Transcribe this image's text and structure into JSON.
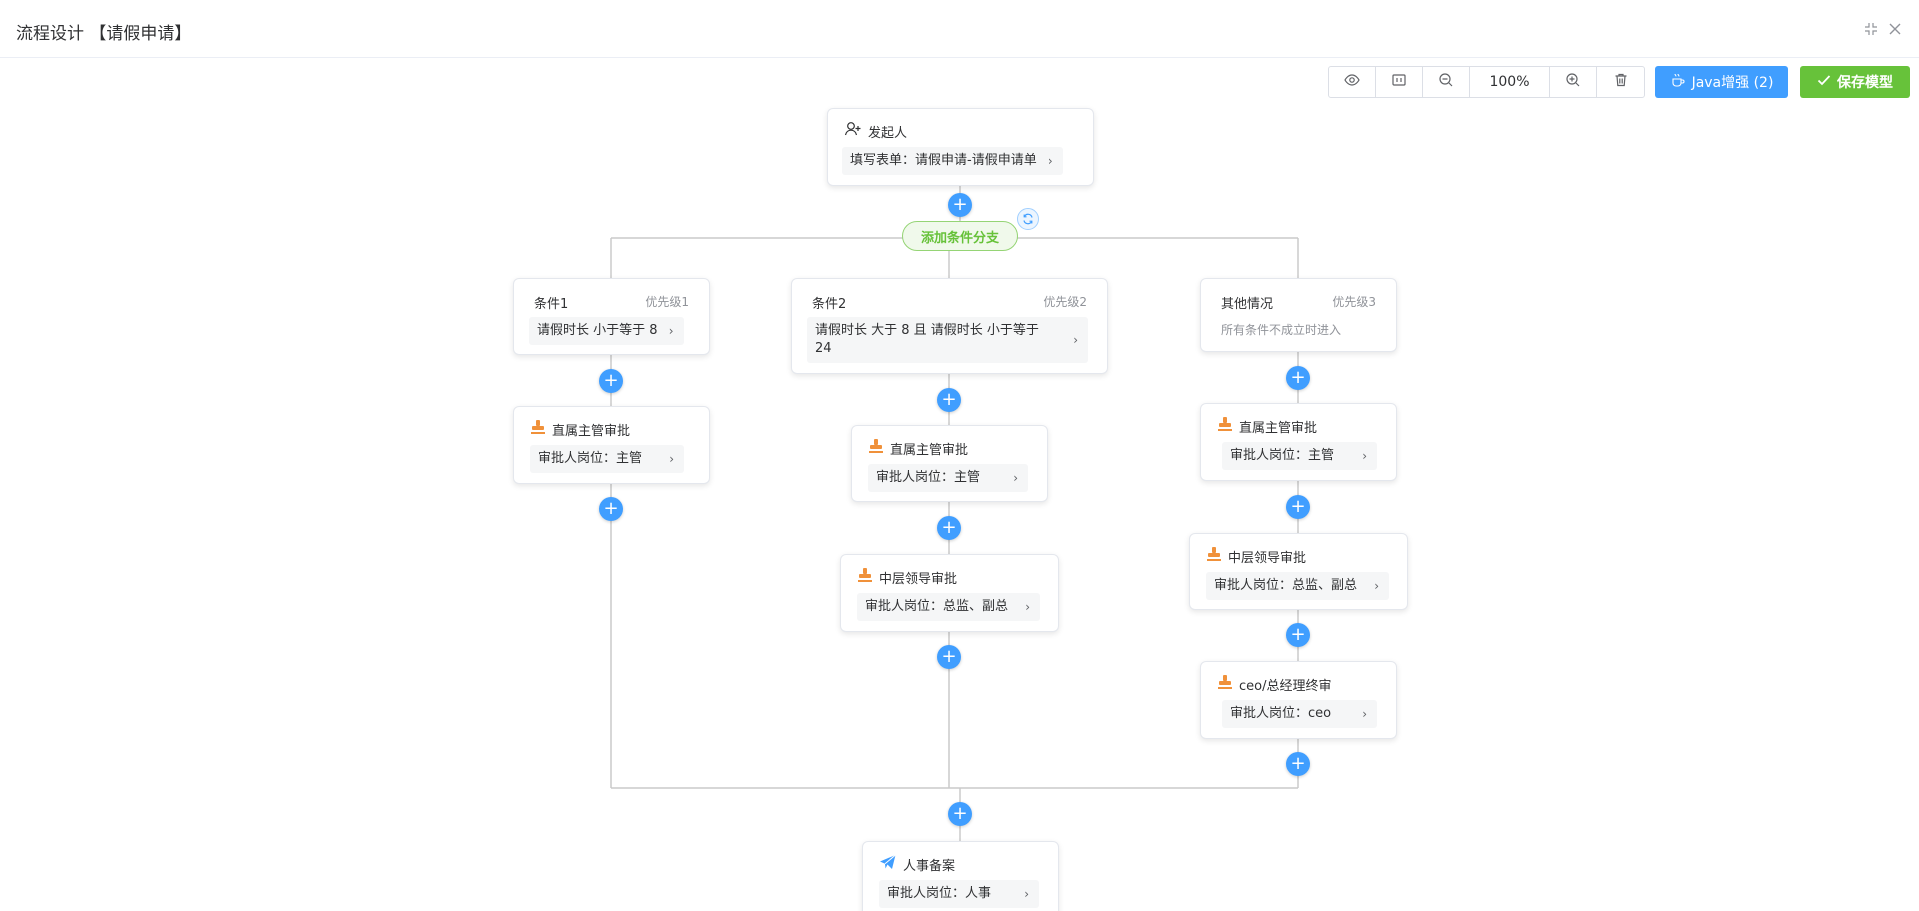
{
  "header": {
    "title": "流程设计 【请假申请】",
    "collapse_icon": "compress-icon",
    "close_icon": "close-icon"
  },
  "toolbar": {
    "zoom": "100%",
    "java_label": "Java增强 (2)",
    "save_label": "保存模型",
    "colors": {
      "primary": "#409eff",
      "success": "#67c23a"
    }
  },
  "flow": {
    "starter": {
      "title": "发起人",
      "body": "填写表单：请假申请-请假申请单"
    },
    "add_branch_label": "添加条件分支",
    "branches": [
      {
        "condition": {
          "title": "条件1",
          "priority": "优先级1",
          "body": "请假时长 小于等于 8"
        },
        "approvers": [
          {
            "title": "直属主管审批",
            "body": "审批人岗位：主管"
          }
        ]
      },
      {
        "condition": {
          "title": "条件2",
          "priority": "优先级2",
          "body_line1": "请假时长 大于 8 且 请假时长 小于等于",
          "body_line2": "24"
        },
        "approvers": [
          {
            "title": "直属主管审批",
            "body": "审批人岗位：主管"
          },
          {
            "title": "中层领导审批",
            "body": "审批人岗位：总监、副总"
          }
        ]
      },
      {
        "condition": {
          "title": "其他情况",
          "priority": "优先级3",
          "hint": "所有条件不成立时进入"
        },
        "approvers": [
          {
            "title": "直属主管审批",
            "body": "审批人岗位：主管"
          },
          {
            "title": "中层领导审批",
            "body": "审批人岗位：总监、副总"
          },
          {
            "title": "ceo/总经理终审",
            "body": "审批人岗位：ceo"
          }
        ]
      }
    ],
    "final": {
      "title": "人事备案",
      "body": "审批人岗位：人事"
    }
  }
}
